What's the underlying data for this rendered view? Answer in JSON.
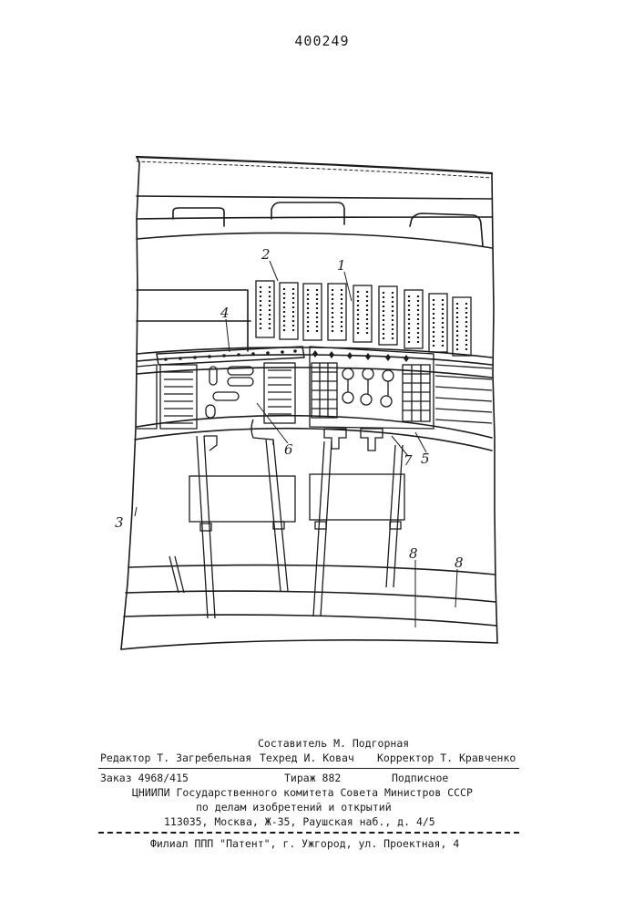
{
  "patent_number": "400249",
  "figure": {
    "callouts": [
      "1",
      "2",
      "3",
      "4",
      "5",
      "6",
      "7",
      "8",
      "8"
    ]
  },
  "imprint": {
    "compiler": "Составитель М. Подгорная",
    "editor": "Редактор Т. Загребельная",
    "tech_editor": "Техред И. Ковач",
    "proofreader": "Корректор Т. Кравченко",
    "order": "Заказ 4968/415",
    "circulation": "Тираж 882",
    "subscription": "Подписное",
    "org_line1": "ЦНИИПИ Государственного комитета Совета Министров СССР",
    "org_line2": "по делам изобретений и открытий",
    "address": "113035, Москва, Ж-35, Раушская наб., д. 4/5",
    "branch": "Филиал ППП \"Патент\", г. Ужгород, ул. Проектная, 4"
  }
}
